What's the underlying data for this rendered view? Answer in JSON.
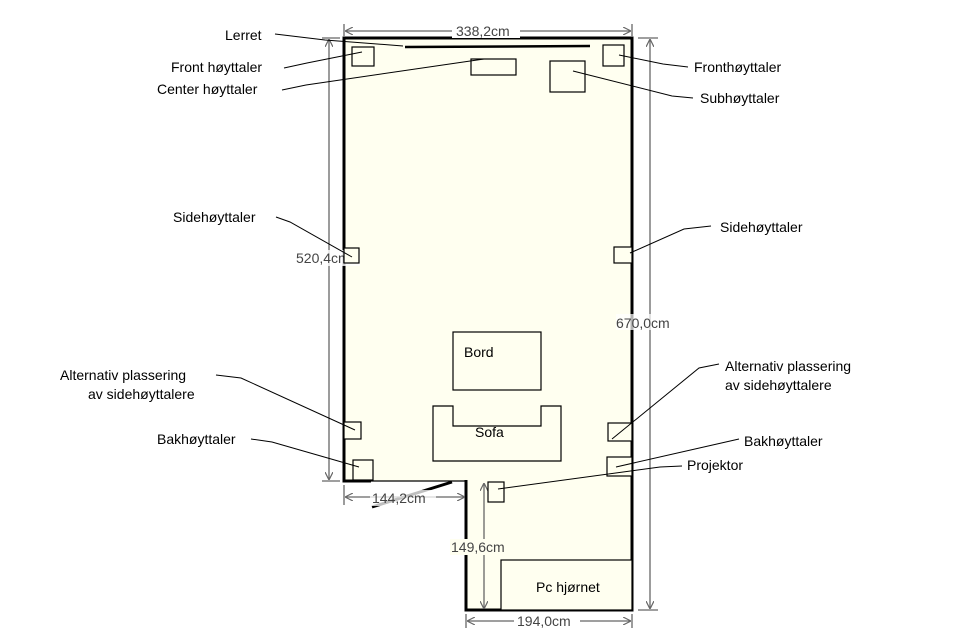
{
  "colors": {
    "floor": "#fffff0",
    "wall": "#000000",
    "dimension": "#666666"
  },
  "dimensions": {
    "top_width": "338,2cm",
    "left_height": "520,4cm",
    "right_height": "670,0cm",
    "notch_width": "144,2cm",
    "notch_height": "149,6cm",
    "bottom_width": "194,0cm"
  },
  "labels": {
    "screen": "Lerret",
    "front_left": "Front høyttaler",
    "center": "Center høyttaler",
    "front_right": "Fronthøyttaler",
    "sub": "Subhøyttaler",
    "side_left": "Sidehøyttaler",
    "side_right": "Sidehøyttaler",
    "alt_left_1": "Alternativ plassering",
    "alt_left_2": "av sidehøyttalere",
    "alt_right_1": "Alternativ plassering",
    "alt_right_2": "av sidehøyttalere",
    "rear_left": "Bakhøyttaler",
    "rear_right": "Bakhøyttaler",
    "projector": "Projektor"
  },
  "furniture": {
    "table": "Bord",
    "sofa": "Sofa",
    "pc_corner": "Pc hjørnet"
  }
}
